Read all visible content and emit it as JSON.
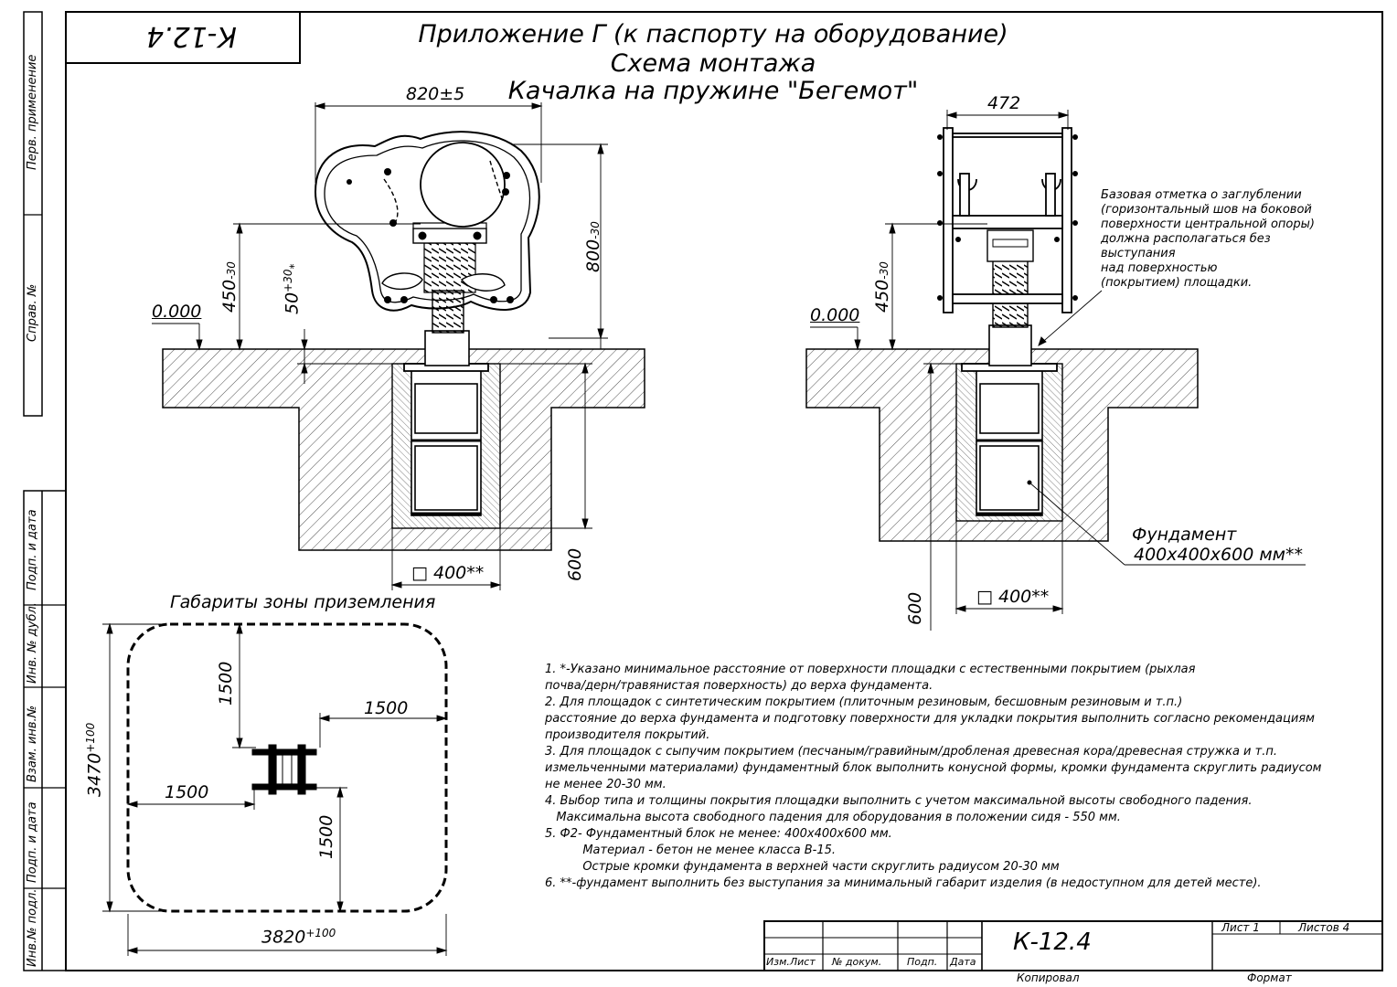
{
  "stamp_code": "К-12.4",
  "title": {
    "line1": "Приложение Г (к паспорту на оборудование)",
    "line2": "Схема монтажа",
    "line3": "Качалка на пружине \"Бегемот\""
  },
  "side_labels": {
    "perv_primen": "Перв. применение",
    "sprav": "Справ. №",
    "podp_data_1": "Подп. и дата",
    "inv_dubl": "Инв. № дубл.",
    "vzam_inv": "Взам. инв.№",
    "podp_data_2": "Подп. и дата",
    "inv_podl": "Инв.№ подл."
  },
  "front_view": {
    "width": "820±5",
    "height": "800",
    "height_tol": "-30",
    "spring_height": "450",
    "spring_tol": "-30",
    "gap": "50",
    "gap_tol": "+30",
    "gap_star": "*",
    "level": "0.000",
    "foundation_depth": "600",
    "foundation_width": "□ 400**"
  },
  "side_view": {
    "width": "472",
    "spring_height": "450",
    "spring_tol": "-30",
    "level": "0.000",
    "foundation_depth": "600",
    "foundation_width": "□ 400**",
    "base_note": [
      "Базовая отметка о заглублении",
      "(горизонтальный шов на боковой",
      "поверхности центральной опоры)",
      "должна располагаться без",
      "выступания",
      "над поверхностью",
      "(покрытием) площадки."
    ],
    "foundation_label_1": "Фундамент",
    "foundation_label_2": "400х400х600 мм**"
  },
  "zone": {
    "title": "Габариты зоны приземления",
    "height": "3470",
    "height_tol": "+100",
    "width": "3820",
    "width_tol": "+100",
    "d_top": "1500",
    "d_right": "1500",
    "d_left": "1500",
    "d_bottom": "1500"
  },
  "notes": [
    "1. *-Указано минимальное расстояние от поверхности площадки с естественными покрытием (рыхлая",
    "почва/дерн/травянистая поверхность) до верха фундамента.",
    "2. Для площадок с синтетическим покрытием (плиточным резиновым, бесшовным резиновым и т.п.)",
    "расстояние до верха фундамента и подготовку поверхности для укладки покрытия выполнить согласно рекомендациям",
    "производителя покрытий.",
    "3. Для площадок с сыпучим покрытием (песчаным/гравийным/дробленая древесная кора/древесная стружка и т.п.",
    "измельченными материалами) фундаментный блок выполнить конусной формы, кромки фундамента скруглить радиусом",
    "не менее 20-30 мм.",
    "4. Выбор типа и толщины покрытия площадки выполнить с учетом максимальной высоты свободного падения.",
    "   Максимальна высота свободного падения для оборудования в положении сидя - 550 мм.",
    "5. Ф2- Фундаментный блок не менее: 400х400х600 мм.",
    "          Материал - бетон не менее класса В-15.",
    "          Острые кромки фундамента в верхней части скруглить радиусом 20-30 мм",
    "6. **-фундамент выполнить без выступания за минимальный габарит изделия (в недоступном для детей месте)."
  ],
  "title_block": {
    "code": "К-12.4",
    "izm_list": "Изм.Лист",
    "n_dokum": "№ докум.",
    "podp": "Подп.",
    "data": "Дата",
    "list": "Лист 1",
    "listov": "Листов 4",
    "kopiroval": "Копировал",
    "format": "Формат"
  }
}
